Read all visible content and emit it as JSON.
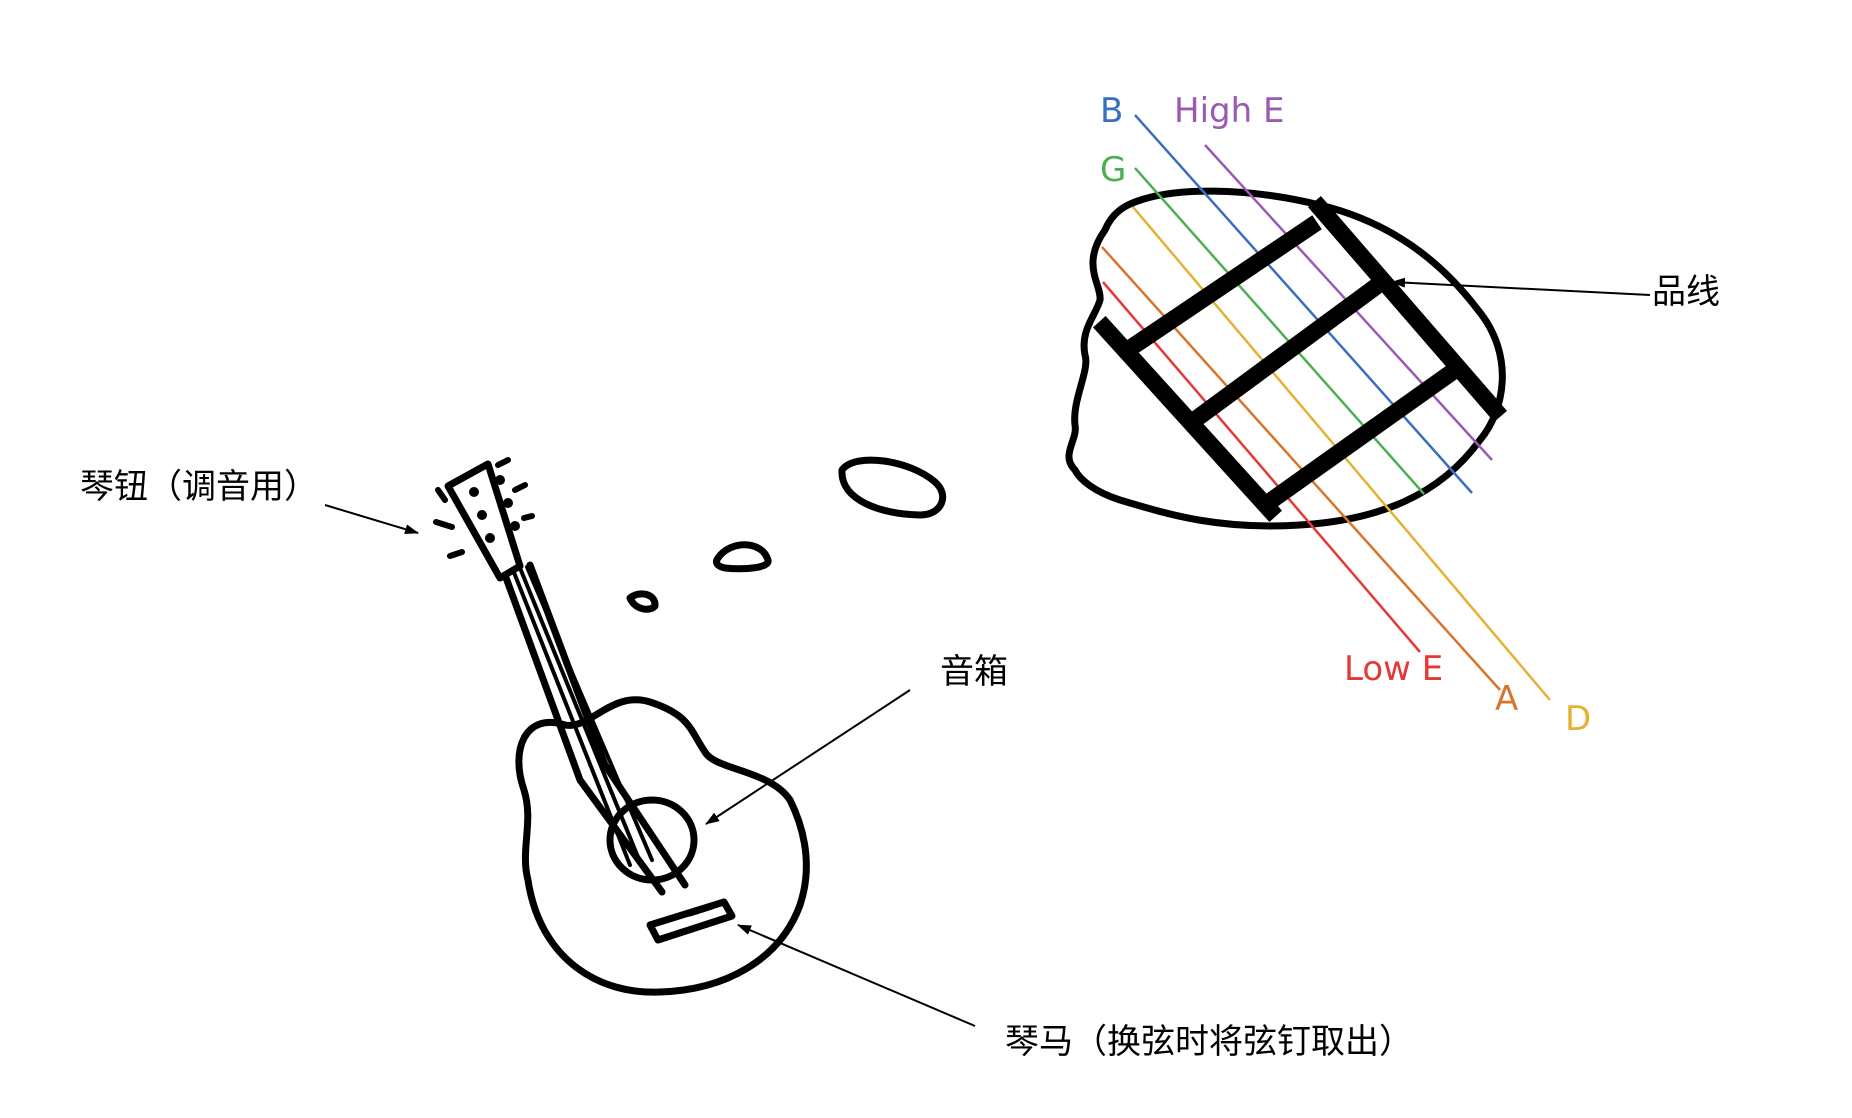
{
  "labels": {
    "tuning_pegs": "琴钮（调音用）",
    "sound_box": "音箱",
    "bridge": "琴马（换弦时将弦钉取出）",
    "frets": "品线"
  },
  "strings": [
    {
      "name": "B",
      "color": "#3a6fc0"
    },
    {
      "name": "High E",
      "color": "#9b59b6"
    },
    {
      "name": "G",
      "color": "#4caf50"
    },
    {
      "name": "Low E",
      "color": "#e53935"
    },
    {
      "name": "A",
      "color": "#d9742c"
    },
    {
      "name": "D",
      "color": "#e5b133"
    }
  ]
}
